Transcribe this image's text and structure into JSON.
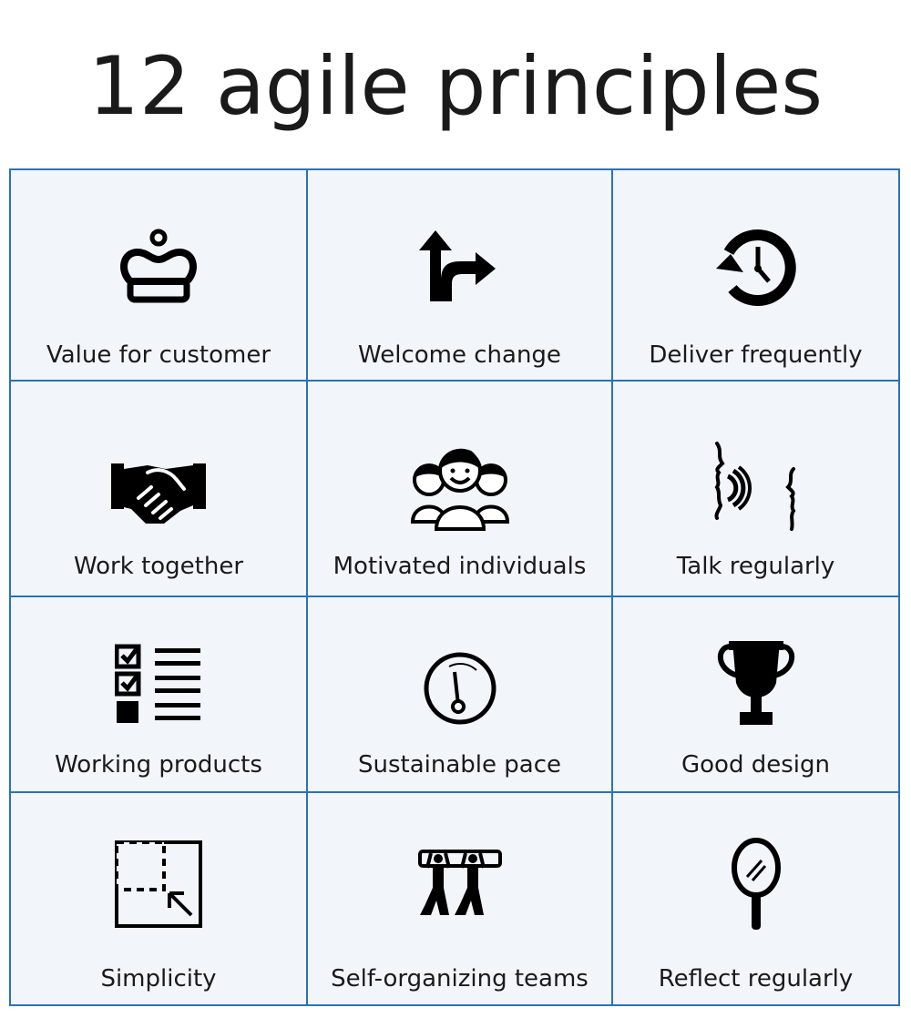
{
  "title": "12 agile principles",
  "colors": {
    "border": "#2a72b8",
    "cell_background": "#f2f6fb",
    "icon": "#000000"
  },
  "principles": [
    {
      "label": "Value for customer",
      "icon": "crown-icon"
    },
    {
      "label": "Welcome change",
      "icon": "branch-arrow-icon"
    },
    {
      "label": "Deliver frequently",
      "icon": "clock-cycle-icon"
    },
    {
      "label": "Work together",
      "icon": "handshake-icon"
    },
    {
      "label": "Motivated individuals",
      "icon": "happy-people-icon"
    },
    {
      "label": "Talk regularly",
      "icon": "talking-faces-icon"
    },
    {
      "label": "Working products",
      "icon": "checklist-icon"
    },
    {
      "label": "Sustainable pace",
      "icon": "gauge-icon"
    },
    {
      "label": "Good design",
      "icon": "trophy-icon"
    },
    {
      "label": "Simplicity",
      "icon": "shrink-square-icon"
    },
    {
      "label": "Self-organizing teams",
      "icon": "team-carrying-icon"
    },
    {
      "label": "Reflect regularly",
      "icon": "hand-mirror-icon"
    }
  ]
}
